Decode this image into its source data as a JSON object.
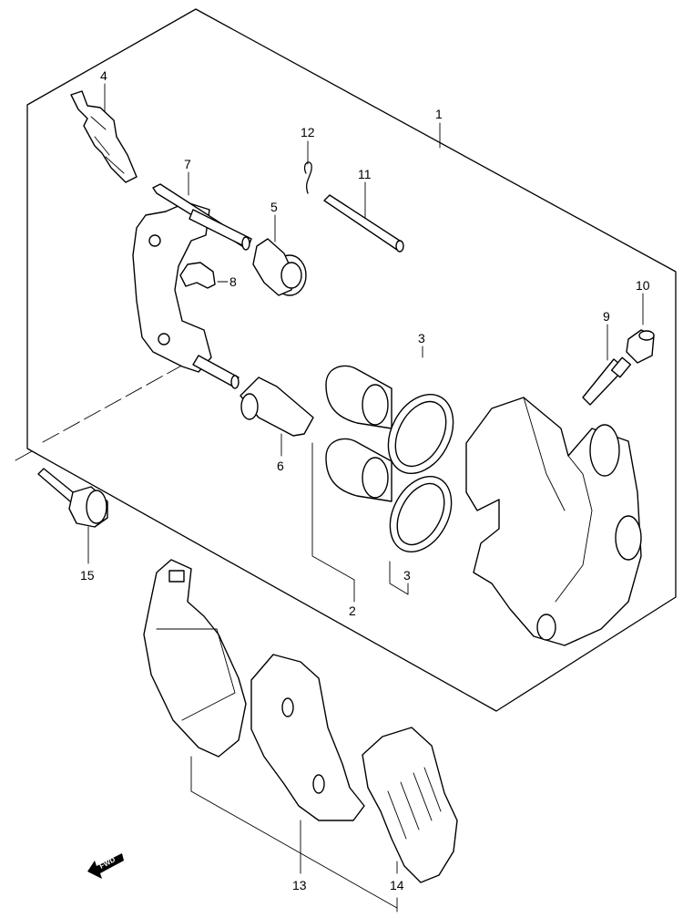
{
  "diagram": {
    "callouts": [
      {
        "id": "1",
        "label": "1"
      },
      {
        "id": "2",
        "label": "2"
      },
      {
        "id": "3a",
        "label": "3"
      },
      {
        "id": "3b",
        "label": "3"
      },
      {
        "id": "4",
        "label": "4"
      },
      {
        "id": "5",
        "label": "5"
      },
      {
        "id": "6",
        "label": "6"
      },
      {
        "id": "7",
        "label": "7"
      },
      {
        "id": "8",
        "label": "8"
      },
      {
        "id": "9",
        "label": "9"
      },
      {
        "id": "10",
        "label": "10"
      },
      {
        "id": "11",
        "label": "11"
      },
      {
        "id": "12",
        "label": "12"
      },
      {
        "id": "13",
        "label": "13"
      },
      {
        "id": "14",
        "label": "14"
      },
      {
        "id": "15",
        "label": "15"
      }
    ],
    "direction_badge": "FWD"
  }
}
